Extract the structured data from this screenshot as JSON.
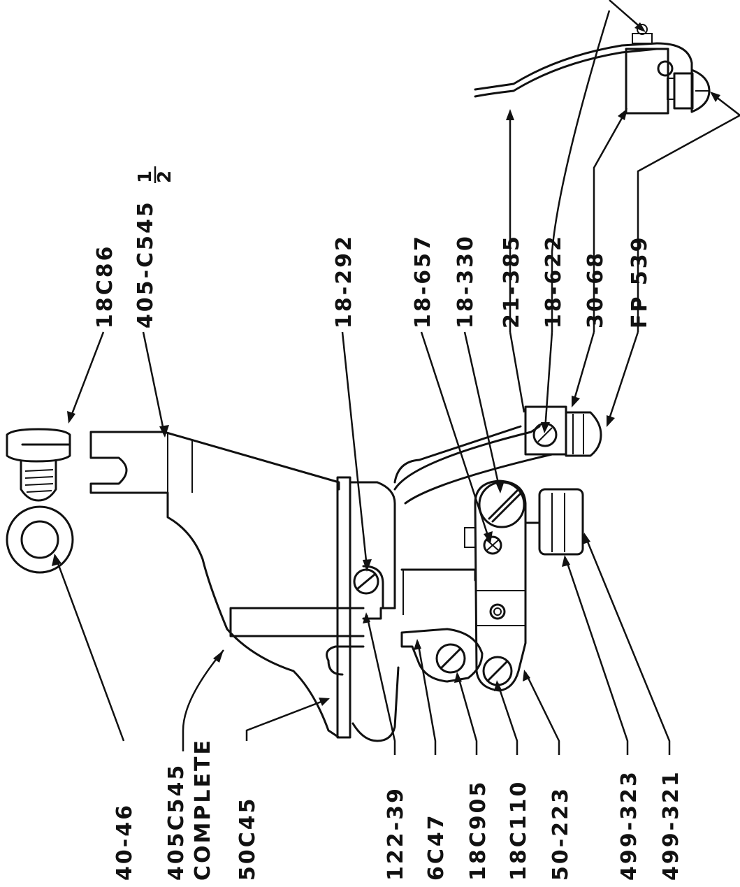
{
  "diagram": {
    "callouts_bottom": [
      {
        "id": "40-46",
        "text": "40-46"
      },
      {
        "id": "405C545",
        "text": "405C545"
      },
      {
        "id": "complete",
        "text": "COMPLETE"
      },
      {
        "id": "50C45",
        "text": "50C45"
      },
      {
        "id": "122-39",
        "text": "122-39"
      },
      {
        "id": "6C47",
        "text": "6C47"
      },
      {
        "id": "18C905",
        "text": "18C905"
      },
      {
        "id": "18C110",
        "text": "18C110"
      },
      {
        "id": "50-223",
        "text": "50-223"
      },
      {
        "id": "499-323",
        "text": "499-323"
      },
      {
        "id": "499-321",
        "text": "499-321"
      }
    ],
    "callouts_top": [
      {
        "id": "18C86",
        "text": "18C86"
      },
      {
        "id": "405-C545",
        "text": "405-C545"
      },
      {
        "id": "half-num",
        "text": "1"
      },
      {
        "id": "half-den",
        "text": "2"
      },
      {
        "id": "18-292",
        "text": "18-292"
      },
      {
        "id": "18-657",
        "text": "18-657"
      },
      {
        "id": "18-330",
        "text": "18-330"
      },
      {
        "id": "21-385",
        "text": "21-385"
      },
      {
        "id": "18-622",
        "text": "18-622"
      },
      {
        "id": "30-68",
        "text": "30-68"
      },
      {
        "id": "FP539",
        "text": "FP 539"
      }
    ]
  }
}
